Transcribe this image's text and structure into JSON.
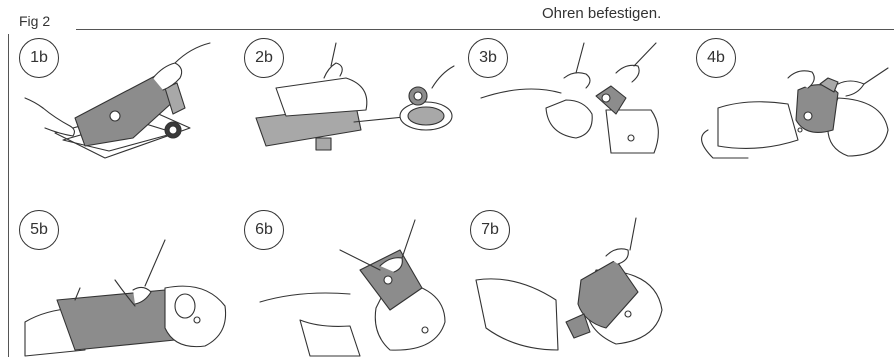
{
  "figure": {
    "label": "Fig 2",
    "header_text": "Ohren befestigen."
  },
  "panels": [
    {
      "label": "1b"
    },
    {
      "label": "2b"
    },
    {
      "label": "3b"
    },
    {
      "label": "4b"
    },
    {
      "label": "5b"
    },
    {
      "label": "6b"
    },
    {
      "label": "7b"
    }
  ]
}
